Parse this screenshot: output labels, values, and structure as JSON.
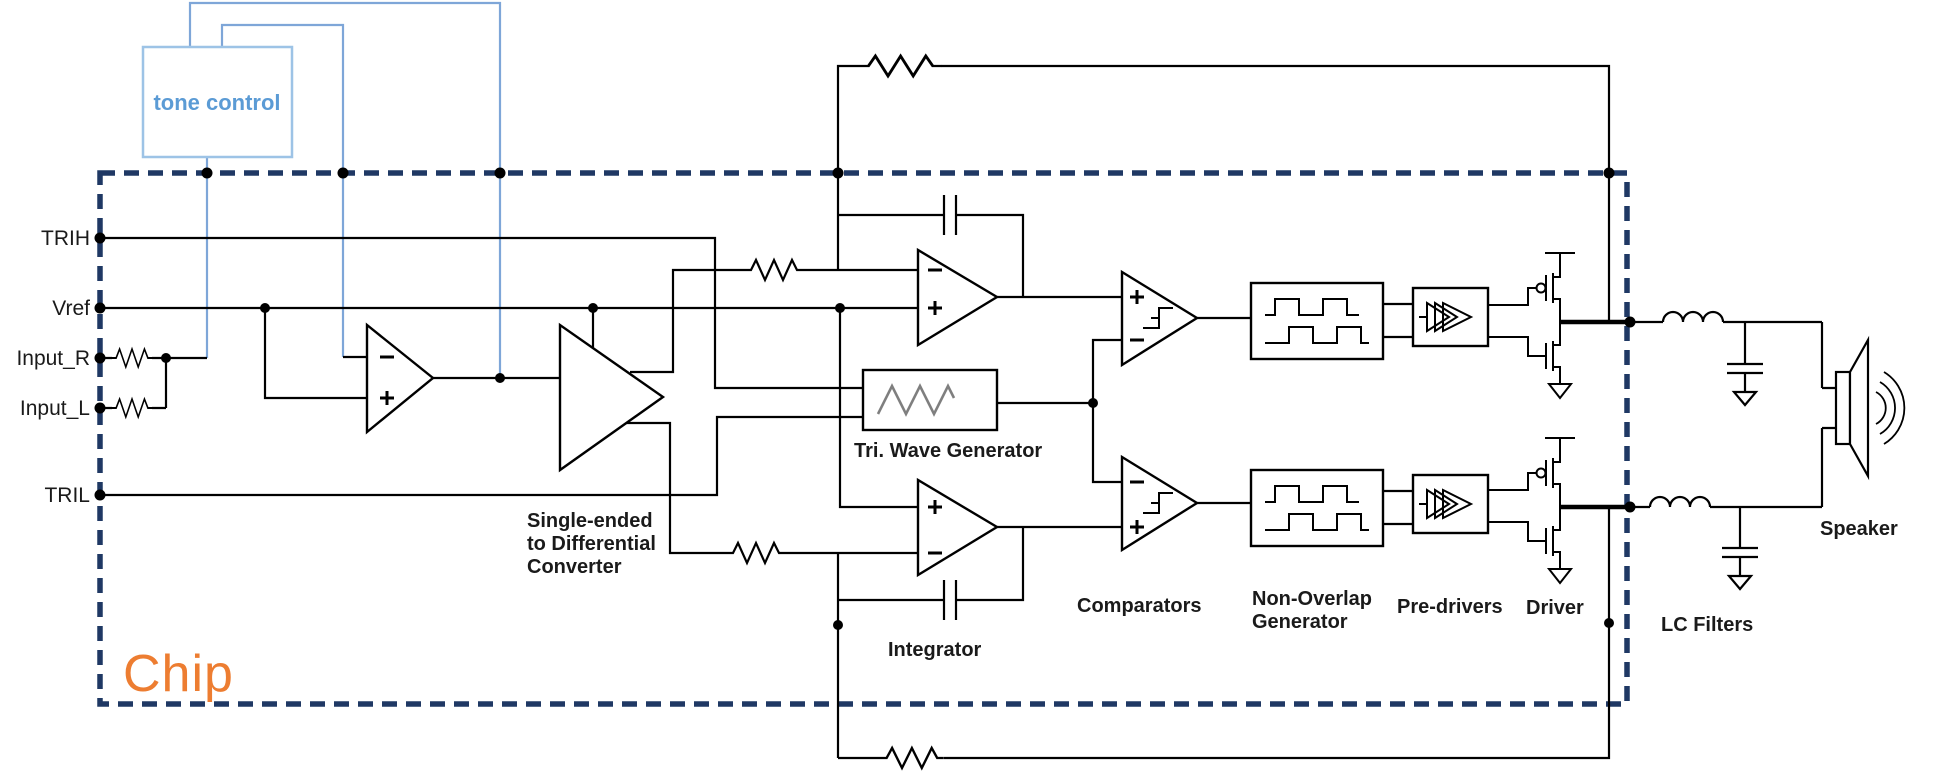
{
  "chip": {
    "label": "Chip"
  },
  "tone_control": {
    "label": "tone control"
  },
  "ports": {
    "trih": "TRIH",
    "vref": "Vref",
    "input_r": "Input_R",
    "input_l": "Input_L",
    "tril": "TRIL"
  },
  "blocks": {
    "converter_line1": "Single-ended",
    "converter_line2": "to Differential",
    "converter_line3": "Converter",
    "tri_wave_generator": "Tri. Wave Generator",
    "integrator": "Integrator",
    "comparators": "Comparators",
    "non_overlap_line1": "Non-Overlap",
    "non_overlap_line2": "Generator",
    "pre_drivers": "Pre-drivers",
    "driver": "Driver",
    "lc_filters": "LC Filters",
    "speaker": "Speaker"
  },
  "colors": {
    "wire": "#000000",
    "chip_border": "#1f3864",
    "chip_label": "#ed7d31",
    "tone_border": "#9dc3e6",
    "tone_wire": "#7ea6d8",
    "tone_text": "#5b9bd5",
    "wave_glyph": "#7f7f7f",
    "background": "#ffffff"
  }
}
